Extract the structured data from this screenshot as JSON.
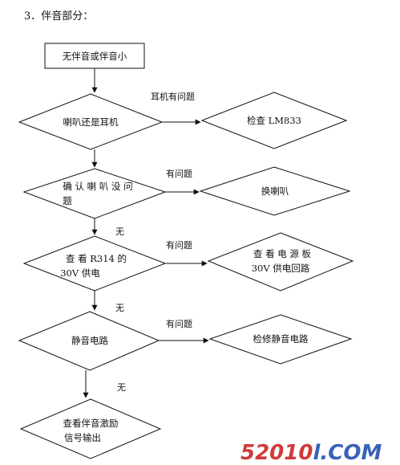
{
  "heading": "3．伴音部分：",
  "nodes": {
    "start": "无伴音或伴音小",
    "q1": "喇叭还是耳机",
    "fix_lm": "检查 LM833",
    "q2_line1": "确 认 喇 叭 没 问",
    "q2_line2": "题",
    "fix_spk": "换喇叭",
    "q3_line1": "查 看   R314   的",
    "q3_line2": "30V 供电",
    "fix_pwr_line1": "查 看 电 源 板",
    "fix_pwr_line2": "30V 供电回路",
    "q4": "静音电路",
    "fix_mute": "检修静音电路",
    "end_line1": "查看伴音激励",
    "end_line2": "信号输出"
  },
  "edges": {
    "e1": "耳机有问题",
    "e2": "有问题",
    "e3": "有问题",
    "e4": "有问题",
    "no1": "无",
    "no2": "无",
    "no3": "无"
  },
  "watermark": {
    "text_left": "52010",
    "text_right": "l.COM",
    "color_left": "#d13a3a",
    "color_right": "#3a62b8"
  }
}
